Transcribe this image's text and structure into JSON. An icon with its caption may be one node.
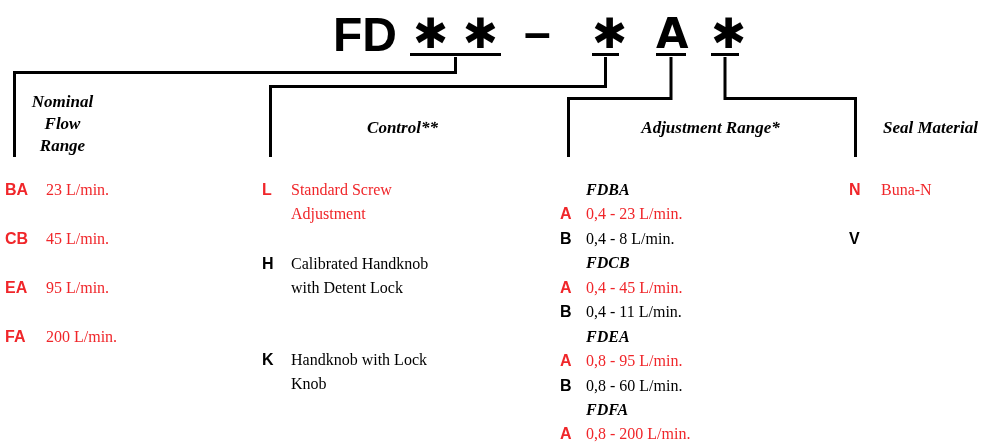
{
  "diagram": {
    "nodes": [
      {
        "text": [
          "✱ ✱"
        ]
      },
      {
        "text": [
          "✱"
        ]
      },
      {
        "text": [
          "A"
        ]
      },
      {
        "text": [
          "✱"
        ]
      },
      {
        "text": [
          "Nominal Flow Range"
        ]
      },
      {
        "text": [
          "Control**"
        ]
      },
      {
        "text": [
          "Adjustment Range*"
        ]
      },
      {
        "text": [
          "Seal Material"
        ]
      }
    ],
    "edges": [
      {
        "from": 0,
        "to": 4,
        "arrow": "none"
      },
      {
        "from": 1,
        "to": 5,
        "arrow": "none"
      },
      {
        "from": 2,
        "to": 6,
        "arrow": "none"
      },
      {
        "from": 3,
        "to": 7,
        "arrow": "none"
      }
    ],
    "labels": [
      "FD",
      "–",
      "BA",
      "23 L/min.",
      "CB",
      "45 L/min.",
      "EA",
      "95 L/min.",
      "FA",
      "200 L/min.",
      "L",
      "Standard Screw Adjustment",
      "H",
      "Calibrated Handknob with Detent Lock",
      "K",
      "Handknob with Lock Knob",
      "FDBA",
      "A",
      "0,4 - 23 L/min.",
      "B",
      "0,4 - 8 L/min.",
      "FDCB",
      "A",
      "0,4 - 45 L/min.",
      "B",
      "0,4 - 11 L/min.",
      "FDEA",
      "A",
      "0,8 - 95 L/min.",
      "B",
      "0,8 - 60 L/min.",
      "FDFA",
      "A",
      "0,8 - 200 L/min.",
      "N",
      "Buna-N",
      "V"
    ]
  }
}
